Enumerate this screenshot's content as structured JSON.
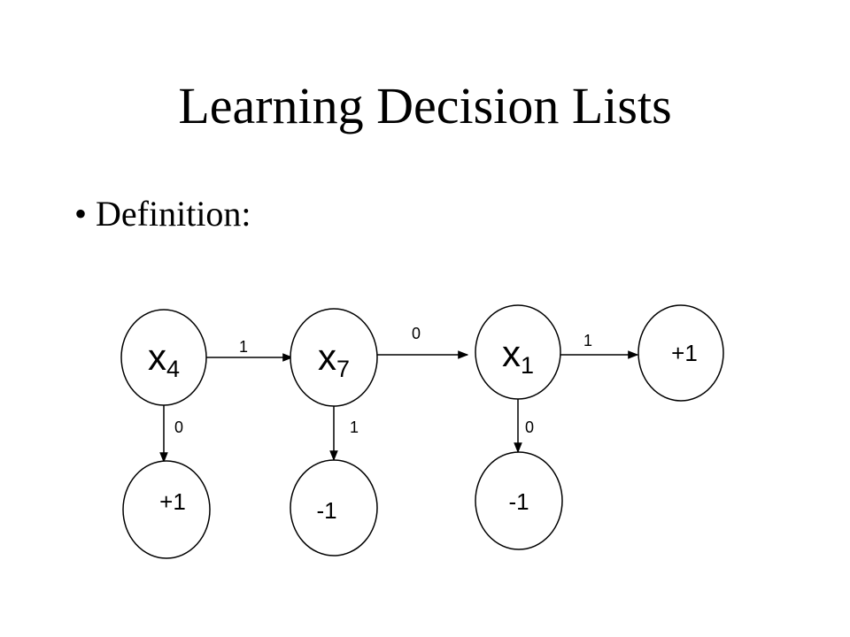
{
  "slide": {
    "title": "Learning Decision Lists",
    "bullet_marker": "•",
    "bullet_text": "Definition:"
  },
  "diagram": {
    "nodes": {
      "x4": {
        "var": "x",
        "sub": "4"
      },
      "x7": {
        "var": "x",
        "sub": "7"
      },
      "x1": {
        "var": "x",
        "sub": "1"
      },
      "out_final": {
        "label": "+1"
      },
      "out_x4": {
        "label": "+1"
      },
      "out_x7": {
        "label": "-1"
      },
      "out_x1": {
        "label": "-1"
      }
    },
    "edges": {
      "x4_to_x7": "1",
      "x7_to_x1": "0",
      "x1_to_final": "1",
      "x4_down": "0",
      "x7_down": "1",
      "x1_down": "0"
    }
  }
}
